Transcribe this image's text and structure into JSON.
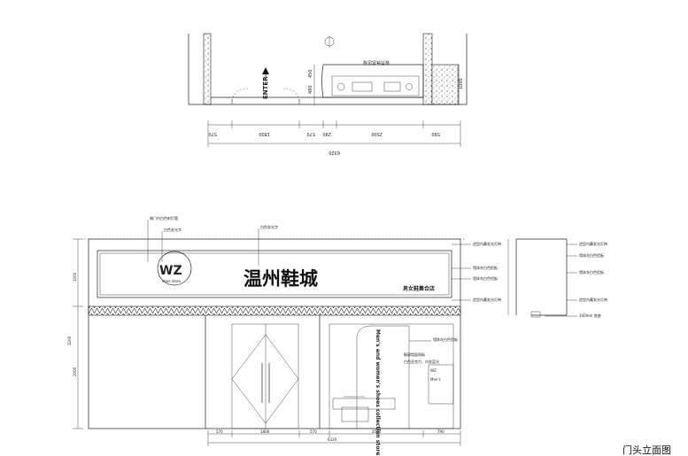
{
  "plan": {
    "enter_label": "ENTER",
    "counter_label": "会员休息区域",
    "dims_bottom": [
      "570",
      "1800",
      "570",
      "290",
      "2500",
      "590"
    ],
    "dim_total": "6320",
    "dim_left_a": "480",
    "dim_left_b": "450",
    "dim_right": "1000"
  },
  "elevation": {
    "sign_main": "温州鞋城",
    "sign_sub": "男女鞋集合店",
    "logo_text": "WZ",
    "logo_sub": "shoe store",
    "window_text": "Men's and women's shoes collection store",
    "caption": "门头立面图",
    "callouts_top": [
      "暗门内白色射灯管",
      "白色发光字",
      "白色发光字"
    ],
    "callouts_right": [
      "造型内藏发光灯带",
      "墙体灰白色铝板",
      "墙体灰白色铝板",
      "造型内藏发光灯带"
    ],
    "side_callouts": [
      "造型内藏发光灯带",
      "墙体灰白色铝板",
      "墙体灰白色铝板",
      "造型内藏发光灯带"
    ],
    "side_dim": "100mm 底座",
    "window_callouts": [
      "墙体灰白色铝板",
      "橱窗墙面铜板",
      "白色亚克力，内发蓝光"
    ],
    "dims_bottom": [
      "570",
      "1800",
      "570",
      "2500",
      "790"
    ],
    "dim_total": "6320",
    "dim_left": [
      "1000",
      "2000",
      "3200"
    ]
  }
}
